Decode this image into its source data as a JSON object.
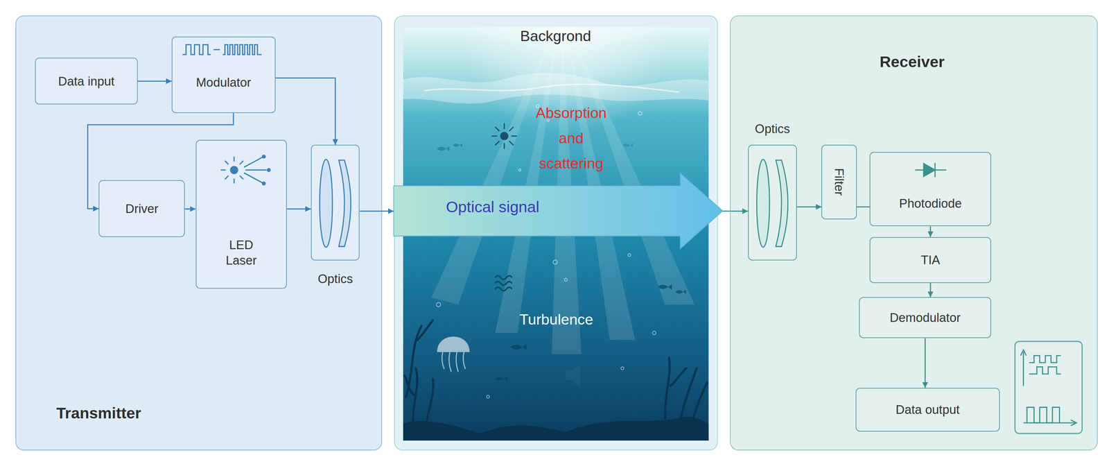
{
  "diagram": {
    "nodes": [
      {
        "text": [
          "Transmitter"
        ]
      },
      {
        "text": [
          "Data input"
        ],
        "in": 0
      },
      {
        "text": [
          "Modulator"
        ],
        "in": 0
      },
      {
        "text": [
          "Driver"
        ],
        "in": 0
      },
      {
        "text": [
          "LED Laser"
        ],
        "in": 0
      },
      {
        "text": [
          "Optics"
        ],
        "in": 0
      },
      {
        "text": [
          "Backgrond",
          "Absorption and scattering",
          "Turbulence"
        ]
      },
      {
        "text": [
          "Optical signal"
        ],
        "in": 6
      },
      {
        "text": [
          "Receiver"
        ]
      },
      {
        "text": [
          "Optics"
        ],
        "in": 8
      },
      {
        "text": [
          "Filter"
        ],
        "in": 8
      },
      {
        "text": [
          "Photodiode"
        ],
        "in": 8
      },
      {
        "text": [
          "TIA"
        ],
        "in": 8
      },
      {
        "text": [
          "Demodulator"
        ],
        "in": 8
      },
      {
        "text": [
          "Data output"
        ],
        "in": 8
      }
    ],
    "edges": [
      {
        "from": 1,
        "to": 2,
        "arrow": "to"
      },
      {
        "from": 2,
        "to": 3,
        "arrow": "to"
      },
      {
        "from": 2,
        "to": 5,
        "arrow": "to"
      },
      {
        "from": 3,
        "to": 4,
        "arrow": "to"
      },
      {
        "from": 4,
        "to": 5,
        "arrow": "to"
      },
      {
        "from": 5,
        "to": 7,
        "arrow": "to"
      },
      {
        "from": 7,
        "to": 9,
        "arrow": "to"
      },
      {
        "from": 9,
        "to": 10,
        "arrow": "to"
      },
      {
        "from": 10,
        "to": 11,
        "arrow": "none"
      },
      {
        "from": 11,
        "to": 12,
        "arrow": "to"
      },
      {
        "from": 12,
        "to": 13,
        "arrow": "to"
      },
      {
        "from": 13,
        "to": 14,
        "arrow": "to"
      }
    ]
  }
}
